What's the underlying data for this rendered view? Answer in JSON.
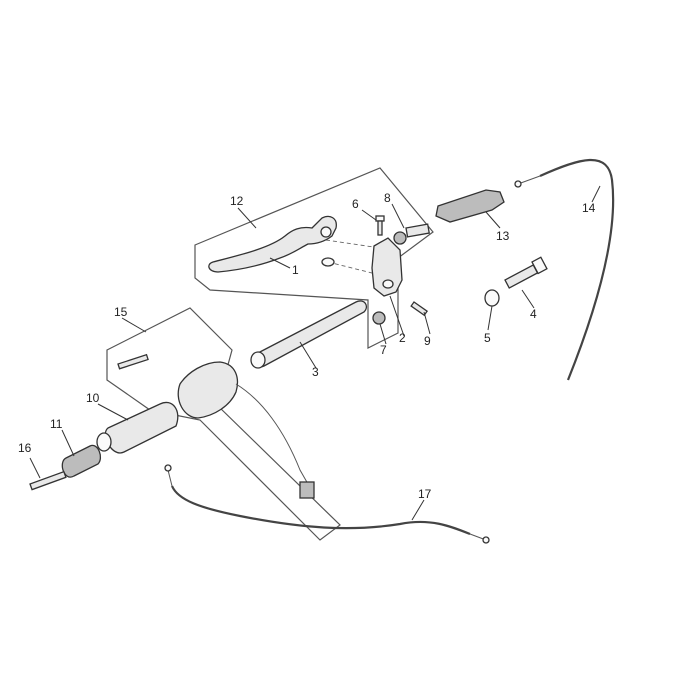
{
  "callouts": [
    {
      "id": "c1",
      "text": "1"
    },
    {
      "id": "c2",
      "text": "2"
    },
    {
      "id": "c3",
      "text": "3"
    },
    {
      "id": "c4",
      "text": "4"
    },
    {
      "id": "c5",
      "text": "5"
    },
    {
      "id": "c6",
      "text": "6"
    },
    {
      "id": "c7",
      "text": "7"
    },
    {
      "id": "c8",
      "text": "8"
    },
    {
      "id": "c9",
      "text": "9"
    },
    {
      "id": "c10",
      "text": "10"
    },
    {
      "id": "c11",
      "text": "11"
    },
    {
      "id": "c12",
      "text": "12"
    },
    {
      "id": "c13",
      "text": "13"
    },
    {
      "id": "c14",
      "text": "14"
    },
    {
      "id": "c15",
      "text": "15"
    },
    {
      "id": "c16",
      "text": "16"
    },
    {
      "id": "c17",
      "text": "17"
    }
  ]
}
